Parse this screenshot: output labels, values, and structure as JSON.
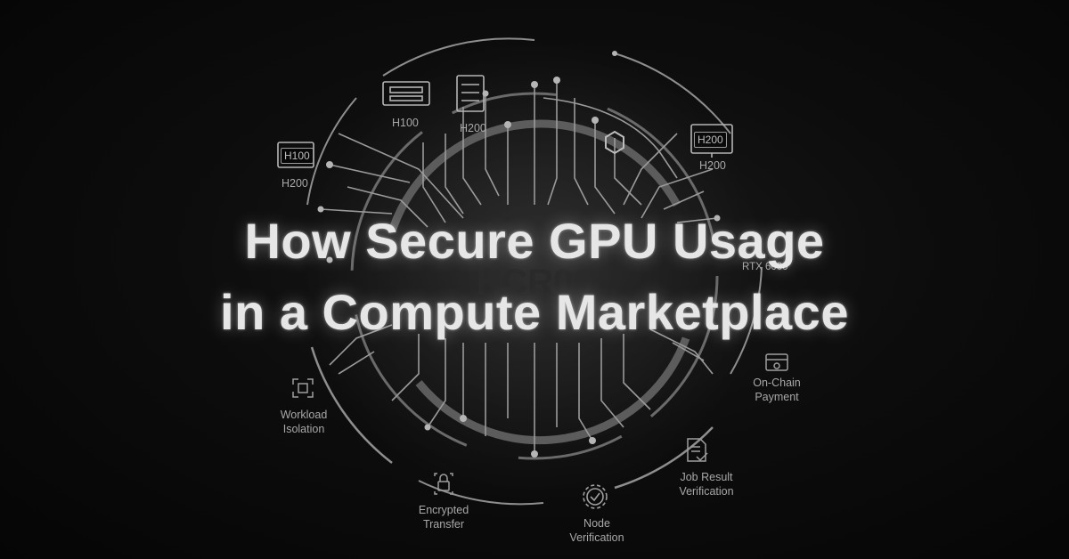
{
  "headline": {
    "line1": "How Secure GPU Usage",
    "line2": "in a Compute Marketplace"
  },
  "gpu_labels": {
    "left_chip": "H100",
    "left_caption": "H200",
    "top_left_caption": "H100",
    "top_center_caption": "H200",
    "right_chip": "H200",
    "right_caption": "H200",
    "rtx": "RTX 6000",
    "center_watermark": "HCR00"
  },
  "features": {
    "workload_isolation": [
      "Workload",
      "Isolation"
    ],
    "encrypted_transfer": [
      "Encrypted",
      "Transfer"
    ],
    "node_verification": [
      "Node",
      "Verification"
    ],
    "job_result_verification": [
      "Job Result",
      "Verification"
    ],
    "on_chain_payment": [
      "On-Chain",
      "Payment"
    ]
  },
  "icons": [
    "gpu-card-icon",
    "server-icon",
    "monitor-icon",
    "hexagon-node-icon",
    "isolation-icon",
    "padlock-icon",
    "gear-check-icon",
    "document-check-icon",
    "payment-card-icon"
  ],
  "colors": {
    "background": "#070707",
    "lines": "#8c8c8c",
    "text": "#e6e6e6"
  }
}
